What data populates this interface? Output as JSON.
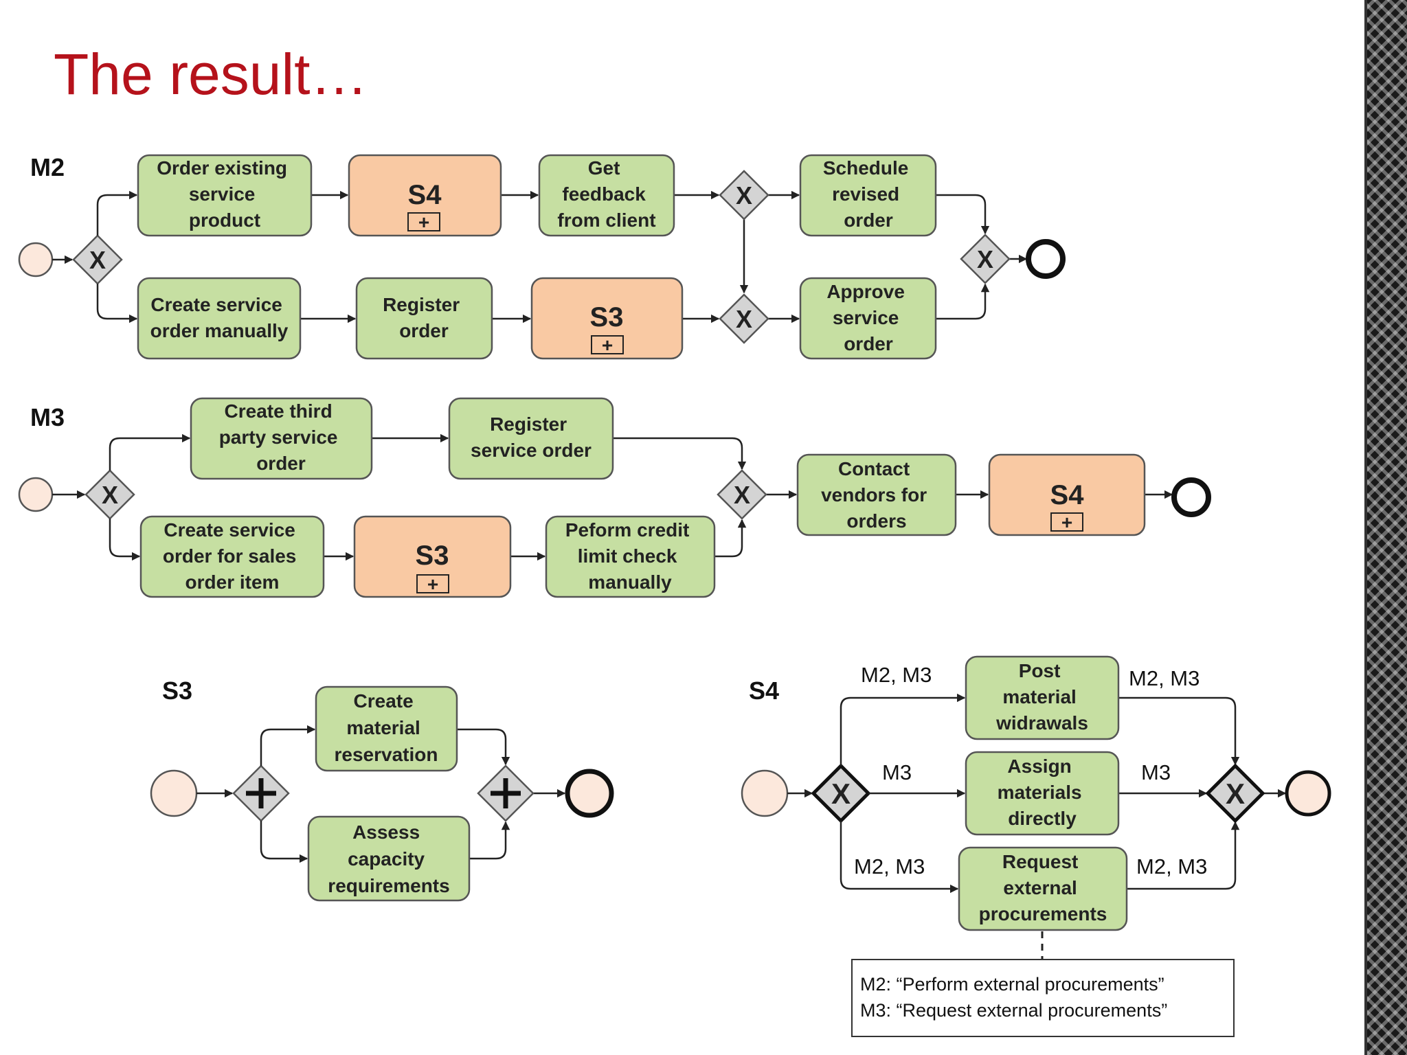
{
  "slide": {
    "title": "The result…"
  },
  "models": [
    {
      "id": "m2",
      "label": "M2"
    },
    {
      "id": "m3",
      "label": "M3"
    },
    {
      "id": "s3",
      "label": "S3"
    },
    {
      "id": "s4",
      "label": "S4"
    }
  ],
  "tasks": [
    {
      "id": "m2-order-existing",
      "lines": [
        "Order existing",
        "service",
        "product"
      ]
    },
    {
      "id": "m2-s4",
      "subprocess": "S4"
    },
    {
      "id": "m2-get-feedback",
      "lines": [
        "Get",
        "feedback",
        "from client"
      ]
    },
    {
      "id": "m2-schedule",
      "lines": [
        "Schedule",
        "revised",
        "order"
      ]
    },
    {
      "id": "m2-create-manual",
      "lines": [
        "Create service",
        "order manually"
      ]
    },
    {
      "id": "m2-register",
      "lines": [
        "Register",
        "order"
      ]
    },
    {
      "id": "m2-s3",
      "subprocess": "S3"
    },
    {
      "id": "m2-approve",
      "lines": [
        "Approve",
        "service",
        "order"
      ]
    },
    {
      "id": "m3-create-third",
      "lines": [
        "Create third",
        "party service",
        "order"
      ]
    },
    {
      "id": "m3-register",
      "lines": [
        "Register",
        "service order"
      ]
    },
    {
      "id": "m3-contact",
      "lines": [
        "Contact",
        "vendors for",
        "orders"
      ]
    },
    {
      "id": "m3-s4",
      "subprocess": "S4"
    },
    {
      "id": "m3-create-sales",
      "lines": [
        "Create service",
        "order for sales",
        "order item"
      ]
    },
    {
      "id": "m3-s3",
      "subprocess": "S3"
    },
    {
      "id": "m3-credit",
      "lines": [
        "Peform credit",
        "limit check",
        "manually"
      ]
    },
    {
      "id": "s3-create-res",
      "lines": [
        "Create",
        "material",
        "reservation"
      ]
    },
    {
      "id": "s3-assess",
      "lines": [
        "Assess",
        "capacity",
        "requirements"
      ]
    },
    {
      "id": "s4-post",
      "lines": [
        "Post",
        "material",
        "widrawals"
      ]
    },
    {
      "id": "s4-assign",
      "lines": [
        "Assign",
        "materials",
        "directly"
      ]
    },
    {
      "id": "s4-request",
      "lines": [
        "Request",
        "external",
        "procurements"
      ]
    }
  ],
  "edge_labels": [
    {
      "id": "s4-in-top",
      "text": "M2, M3"
    },
    {
      "id": "s4-out-top",
      "text": "M2, M3"
    },
    {
      "id": "s4-in-mid",
      "text": "M3"
    },
    {
      "id": "s4-out-mid",
      "text": "M3"
    },
    {
      "id": "s4-in-bot",
      "text": "M2, M3"
    },
    {
      "id": "s4-out-bot",
      "text": "M2, M3"
    }
  ],
  "annotation": {
    "lines": [
      "M2: “Perform external procurements”",
      "M3: “Request external procurements”"
    ]
  }
}
